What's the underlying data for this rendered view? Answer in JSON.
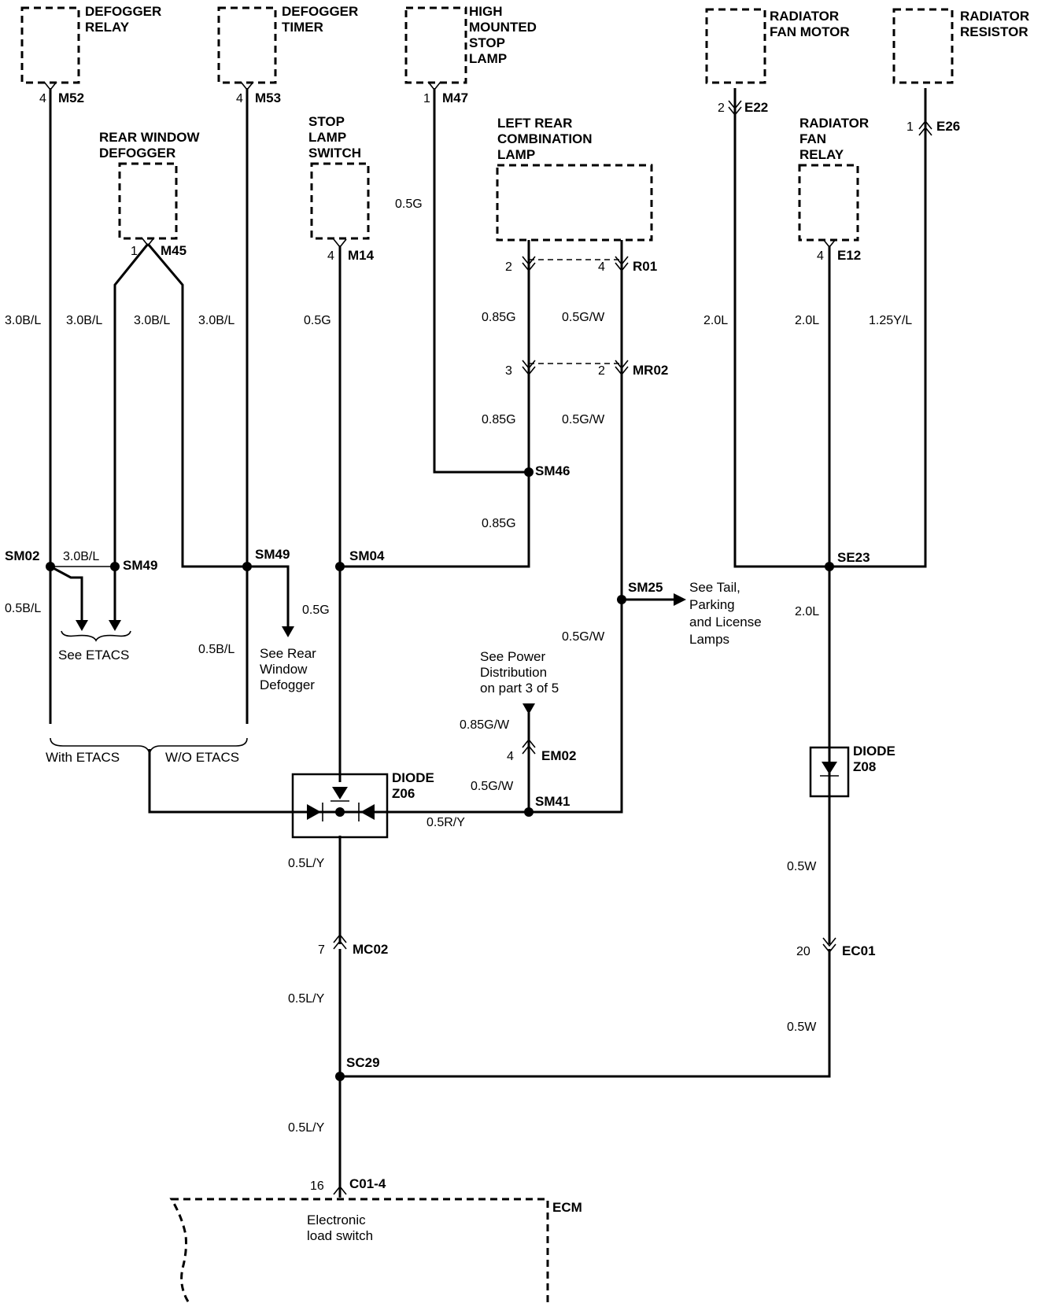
{
  "components": {
    "defogger_relay": {
      "line1": "DEFOGGER",
      "line2": "RELAY"
    },
    "defogger_timer": {
      "line1": "DEFOGGER",
      "line2": "TIMER"
    },
    "high_mounted_stop_lamp": {
      "line1": "HIGH",
      "line2": "MOUNTED",
      "line3": "STOP",
      "line4": "LAMP"
    },
    "radiator_fan_motor": {
      "line1": "RADIATOR",
      "line2": "FAN MOTOR"
    },
    "radiator_resistor": {
      "line1": "RADIATOR",
      "line2": "RESISTOR"
    },
    "rear_window_defogger": {
      "line1": "REAR WINDOW",
      "line2": "DEFOGGER"
    },
    "stop_lamp_switch": {
      "line1": "STOP",
      "line2": "LAMP",
      "line3": "SWITCH"
    },
    "left_rear_combination_lamp": {
      "line1": "LEFT REAR",
      "line2": "COMBINATION",
      "line3": "LAMP"
    },
    "radiator_fan_relay": {
      "line1": "RADIATOR",
      "line2": "FAN",
      "line3": "RELAY"
    },
    "diode_z06": {
      "line1": "DIODE",
      "line2": "Z06"
    },
    "diode_z08": {
      "line1": "DIODE",
      "line2": "Z08"
    },
    "ecm": {
      "name": "ECM",
      "line1": "Electronic",
      "line2": "load switch"
    }
  },
  "connectors": {
    "m52": {
      "pin": "4",
      "name": "M52"
    },
    "m53": {
      "pin": "4",
      "name": "M53"
    },
    "m47": {
      "pin": "1",
      "name": "M47"
    },
    "e22": {
      "pin": "2",
      "name": "E22"
    },
    "e26": {
      "pin": "1",
      "name": "E26"
    },
    "m45": {
      "pin": "1",
      "name": "M45"
    },
    "m14": {
      "pin": "4",
      "name": "M14"
    },
    "r01": {
      "pin_a": "2",
      "pin_b": "4",
      "name": "R01"
    },
    "mr02": {
      "pin_a": "3",
      "pin_b": "2",
      "name": "MR02"
    },
    "e12": {
      "pin": "4",
      "name": "E12"
    },
    "em02": {
      "pin": "4",
      "name": "EM02"
    },
    "mc02": {
      "pin": "7",
      "name": "MC02"
    },
    "ec01": {
      "pin": "20",
      "name": "EC01"
    },
    "c01_4": {
      "pin": "16",
      "name": "C01-4"
    }
  },
  "splices": {
    "sm02": "SM02",
    "sm49a": "SM49",
    "sm49b": "SM49",
    "sm04": "SM04",
    "sm46": "SM46",
    "sm25": "SM25",
    "sm41": "SM41",
    "se23": "SE23",
    "sc29": "SC29"
  },
  "wires": {
    "w_30bl_1": "3.0B/L",
    "w_30bl_2": "3.0B/L",
    "w_30bl_3": "3.0B/L",
    "w_30bl_4": "3.0B/L",
    "w_30bl_h": "3.0B/L",
    "w_05bl_1": "0.5B/L",
    "w_05bl_2": "0.5B/L",
    "w_05g_1": "0.5G",
    "w_05g_2": "0.5G",
    "w_05g_3": "0.5G",
    "w_085g_1": "0.85G",
    "w_085g_2": "0.85G",
    "w_085g_3": "0.85G",
    "w_05gw_1": "0.5G/W",
    "w_05gw_2": "0.5G/W",
    "w_05gw_3": "0.5G/W",
    "w_05gw_4": "0.5G/W",
    "w_085gw": "0.85G/W",
    "w_05ry": "0.5R/Y",
    "w_05ly_1": "0.5L/Y",
    "w_05ly_2": "0.5L/Y",
    "w_05ly_3": "0.5L/Y",
    "w_20l_1": "2.0L",
    "w_20l_2": "2.0L",
    "w_20l_3": "2.0L",
    "w_125yl": "1.25Y/L",
    "w_05w_1": "0.5W",
    "w_05w_2": "0.5W"
  },
  "notes": {
    "see_etacs": "See ETACS",
    "see_rear_1": "See Rear",
    "see_rear_2": "Window",
    "see_rear_3": "Defogger",
    "see_tail_1": "See Tail,",
    "see_tail_2": "Parking",
    "see_tail_3": "and License",
    "see_tail_4": "Lamps",
    "see_power_1": "See Power",
    "see_power_2": "Distribution",
    "see_power_3": "on part 3 of 5",
    "with_etacs": "With ETACS",
    "wo_etacs": "W/O ETACS"
  }
}
